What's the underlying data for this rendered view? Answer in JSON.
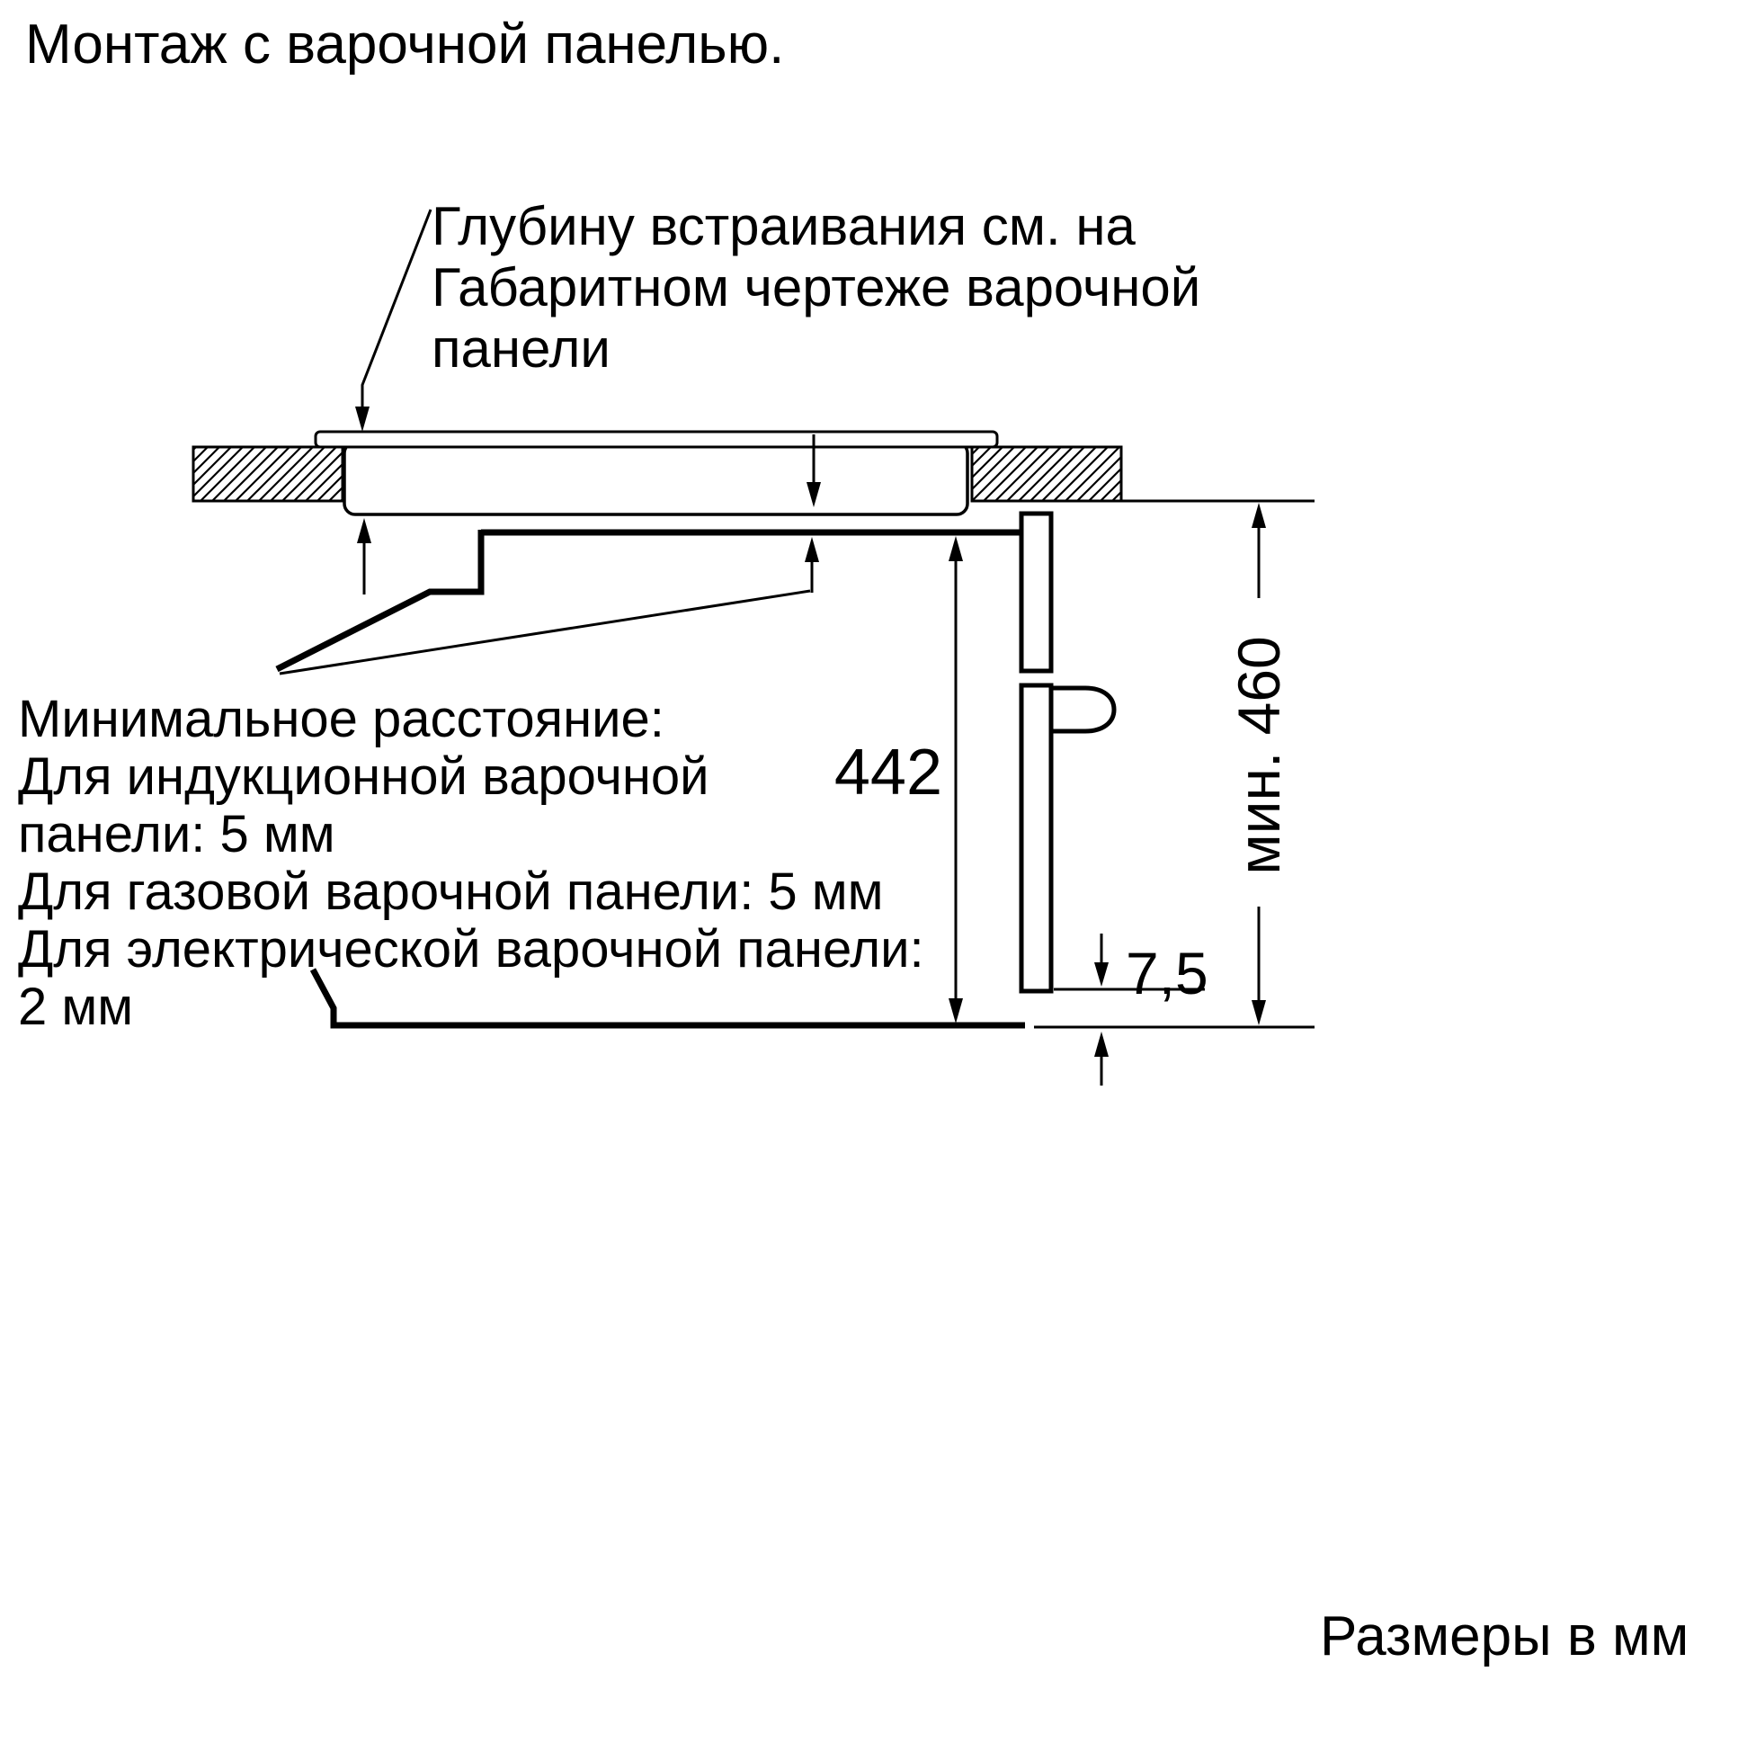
{
  "title": "Монтаж с варочной панелью.",
  "callouts": {
    "embed_depth": {
      "lines": [
        "Глубину встраивания см. на",
        "Габаритном чертеже варочной",
        "панели"
      ]
    },
    "min_distance": {
      "lines": [
        "Минимальное расстояние:",
        "Для индукционной варочной",
        "панели: 5 мм",
        "Для газовой варочной панели: 5 мм",
        "Для электрической варочной панели:",
        "2 мм"
      ]
    }
  },
  "dimensions": {
    "oven_height_mm": "442",
    "niche_min_height": "мин. 460",
    "bottom_front_gap_mm": "7,5"
  },
  "footer_note": "Размеры в мм",
  "drawing": {
    "colors": {
      "line": "#000000",
      "background": "#ffffff"
    }
  }
}
